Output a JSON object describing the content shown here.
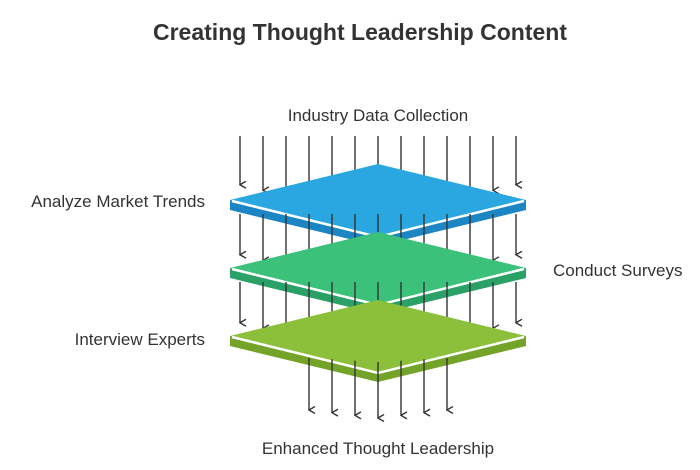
{
  "title": "Creating Thought Leadership Content",
  "labels": {
    "input": "Industry Data Collection",
    "layer1": "Analyze Market Trends",
    "layer2": "Conduct Surveys",
    "layer3": "Interview Experts",
    "output": "Enhanced Thought Leadership"
  },
  "layers": [
    {
      "name": "analyze-market-trends-layer",
      "top": "#2aa7e0",
      "side": "#1c86c4"
    },
    {
      "name": "conduct-surveys-layer",
      "top": "#3cc17a",
      "side": "#2aa166"
    },
    {
      "name": "interview-experts-layer",
      "top": "#8cbf3a",
      "side": "#74a32a"
    }
  ]
}
